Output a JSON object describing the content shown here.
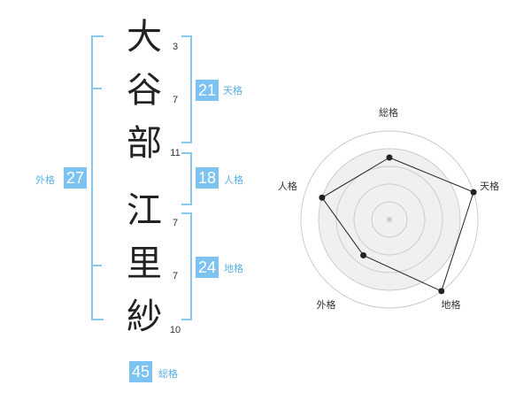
{
  "name": {
    "surname": [
      {
        "char": "大",
        "strokes": "3"
      },
      {
        "char": "谷",
        "strokes": "7"
      },
      {
        "char": "部",
        "strokes": "11"
      }
    ],
    "given": [
      {
        "char": "江",
        "strokes": "7"
      },
      {
        "char": "里",
        "strokes": "7"
      },
      {
        "char": "紗",
        "strokes": "10"
      }
    ]
  },
  "fortunes": {
    "tenkaku": {
      "value": "21",
      "label": "天格"
    },
    "jinkaku": {
      "value": "18",
      "label": "人格"
    },
    "chikaku": {
      "value": "24",
      "label": "地格"
    },
    "gaikaku": {
      "value": "27",
      "label": "外格"
    },
    "soukaku": {
      "value": "45",
      "label": "総格"
    }
  },
  "colors": {
    "accent": "#7cc3f1",
    "bracket": "#8cc8ee",
    "label": "#58b2ea",
    "radar_fill": "#f0f0f0",
    "radar_ring": "#cccccc",
    "radar_line": "#222222"
  },
  "chart_data": {
    "type": "radar",
    "axes": [
      "総格",
      "天格",
      "地格",
      "外格",
      "人格"
    ],
    "levels": 5,
    "max": 5,
    "values": [
      3.5,
      5,
      5,
      2.5,
      4
    ]
  }
}
